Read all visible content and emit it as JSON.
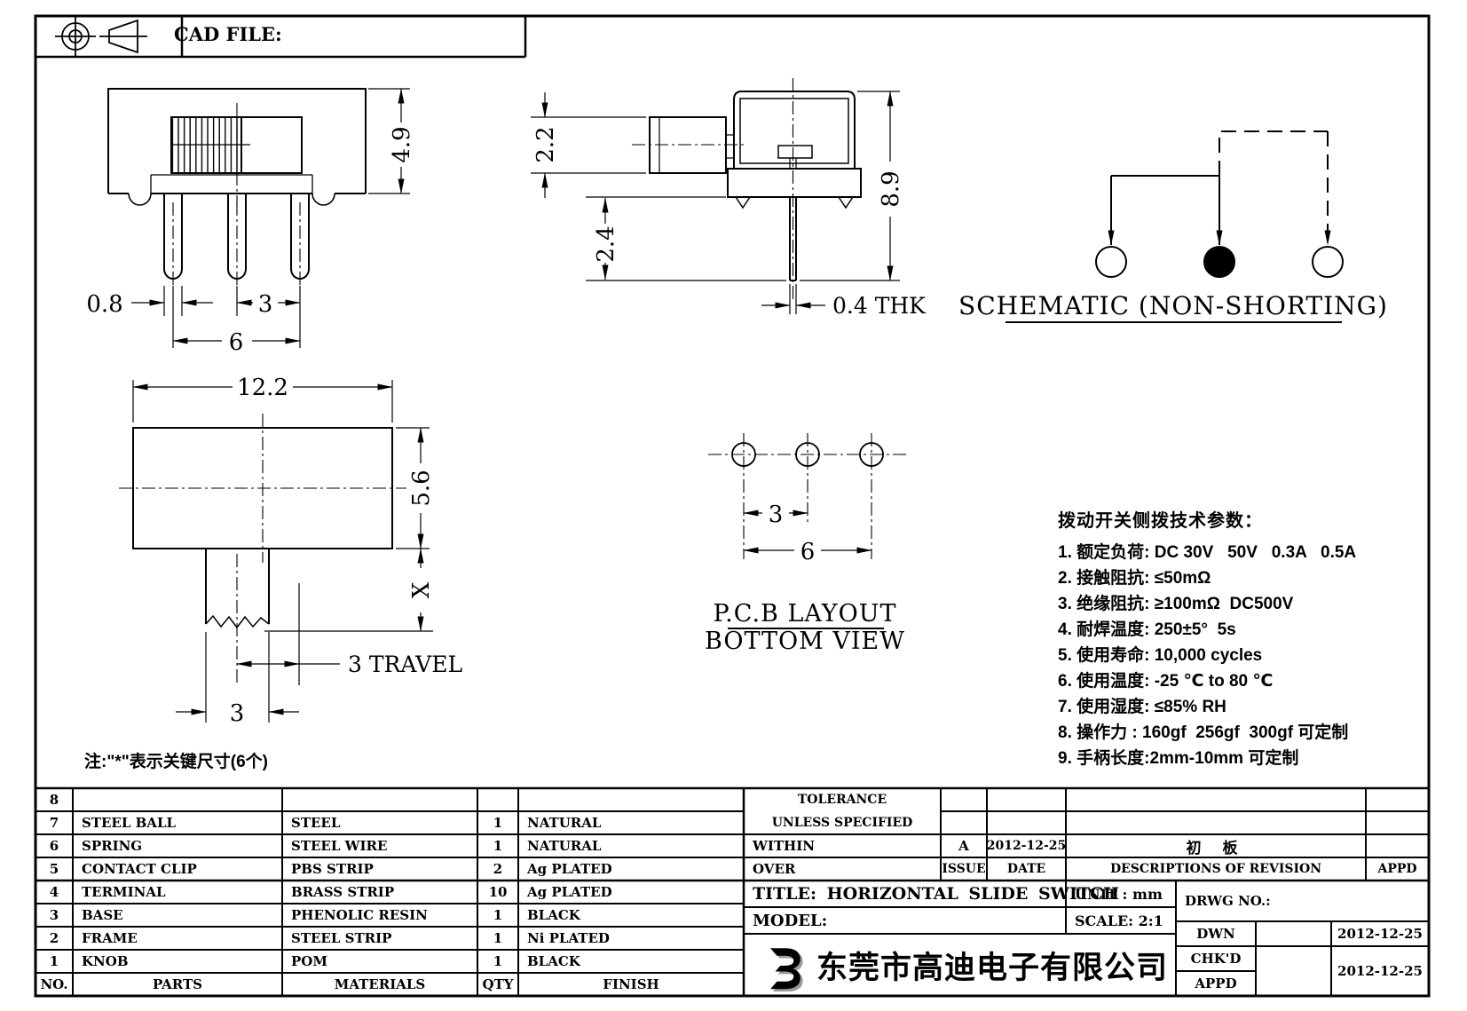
{
  "header": {
    "cad_file": "CAD FILE:"
  },
  "front_view": {
    "dim_height": "4.9",
    "dim_pin": "0.8",
    "dim_pitch": "3",
    "dim_span": "6"
  },
  "side_view": {
    "dim_knob": "2.2",
    "dim_standoff": "2.4",
    "dim_total": "8.9",
    "dim_thk": "0.4 THK"
  },
  "schematic": {
    "caption": "SCHEMATIC (NON-SHORTING)"
  },
  "top_view": {
    "dim_width": "12.2",
    "dim_depth": "5.6",
    "dim_x": "X",
    "dim_travel": "3 TRAVEL",
    "dim_stem": "3"
  },
  "pcb_view": {
    "dim_pitch": "3",
    "dim_span": "6",
    "caption1": "P.C.B LAYOUT",
    "caption2": "BOTTOM VIEW"
  },
  "specs": {
    "title": "拨动开关侧拨技术参数：",
    "items": [
      "1. 额定负荷: DC 30V   50V   0.3A   0.5A",
      "2. 接触阻抗: ≤50mΩ",
      "3. 绝缘阻抗: ≥100mΩ  DC500V",
      "4. 耐焊温度: 250±5°  5s",
      "5. 使用寿命: 10,000 cycles",
      "6. 使用温度: -25 ℃ to 80 ℃",
      "7. 使用湿度: ≤85% RH",
      "8. 操作力 : 160gf  256gf  300gf 可定制",
      "9. 手柄长度:2mm-10mm 可定制"
    ]
  },
  "note": "注:\"*\"表示关键尺寸(6个)",
  "parts_table": {
    "headers": {
      "no": "NO.",
      "parts": "PARTS",
      "materials": "MATERIALS",
      "qty": "QTY",
      "finish": "FINISH"
    },
    "rows": [
      {
        "no": "8",
        "parts": "",
        "materials": "",
        "qty": "",
        "finish": ""
      },
      {
        "no": "7",
        "parts": "STEEL BALL",
        "materials": "STEEL",
        "qty": "1",
        "finish": "NATURAL"
      },
      {
        "no": "6",
        "parts": "SPRING",
        "materials": "STEEL WIRE",
        "qty": "1",
        "finish": "NATURAL"
      },
      {
        "no": "5",
        "parts": "CONTACT CLIP",
        "materials": "PBS STRIP",
        "qty": "2",
        "finish": "Ag PLATED"
      },
      {
        "no": "4",
        "parts": "TERMINAL",
        "materials": "BRASS STRIP",
        "qty": "10",
        "finish": "Ag PLATED"
      },
      {
        "no": "3",
        "parts": "BASE",
        "materials": "PHENOLIC RESIN",
        "qty": "1",
        "finish": "BLACK"
      },
      {
        "no": "2",
        "parts": "FRAME",
        "materials": "STEEL STRIP",
        "qty": "1",
        "finish": "Ni PLATED"
      },
      {
        "no": "1",
        "parts": "KNOB",
        "materials": "POM",
        "qty": "1",
        "finish": "BLACK"
      }
    ]
  },
  "title_block": {
    "tolerance1": "TOLERANCE",
    "tolerance2": "UNLESS SPECIFIED",
    "within": "WITHIN",
    "over": "OVER",
    "rev_issue_val": "A",
    "rev_date_val": "2012-12-25",
    "rev_desc_val": "初 板",
    "issue": "ISSUE",
    "date": "DATE",
    "descriptions": "DESCRIPTIONS OF REVISION",
    "appd": "APPD",
    "title": "TITLE: HORIZONTAL SLIDE SWITCH",
    "model": "MODEL:",
    "unit": "UNIT : mm",
    "scale": "SCALE: 2:1",
    "drwg": "DRWG NO.:",
    "company": "东莞市高迪电子有限公司",
    "dwn": "DWN",
    "chkd": "CHK'D",
    "appd_label": "APPD",
    "dwn_date": "2012-12-25",
    "chk_appd_date": "2012-12-25"
  }
}
